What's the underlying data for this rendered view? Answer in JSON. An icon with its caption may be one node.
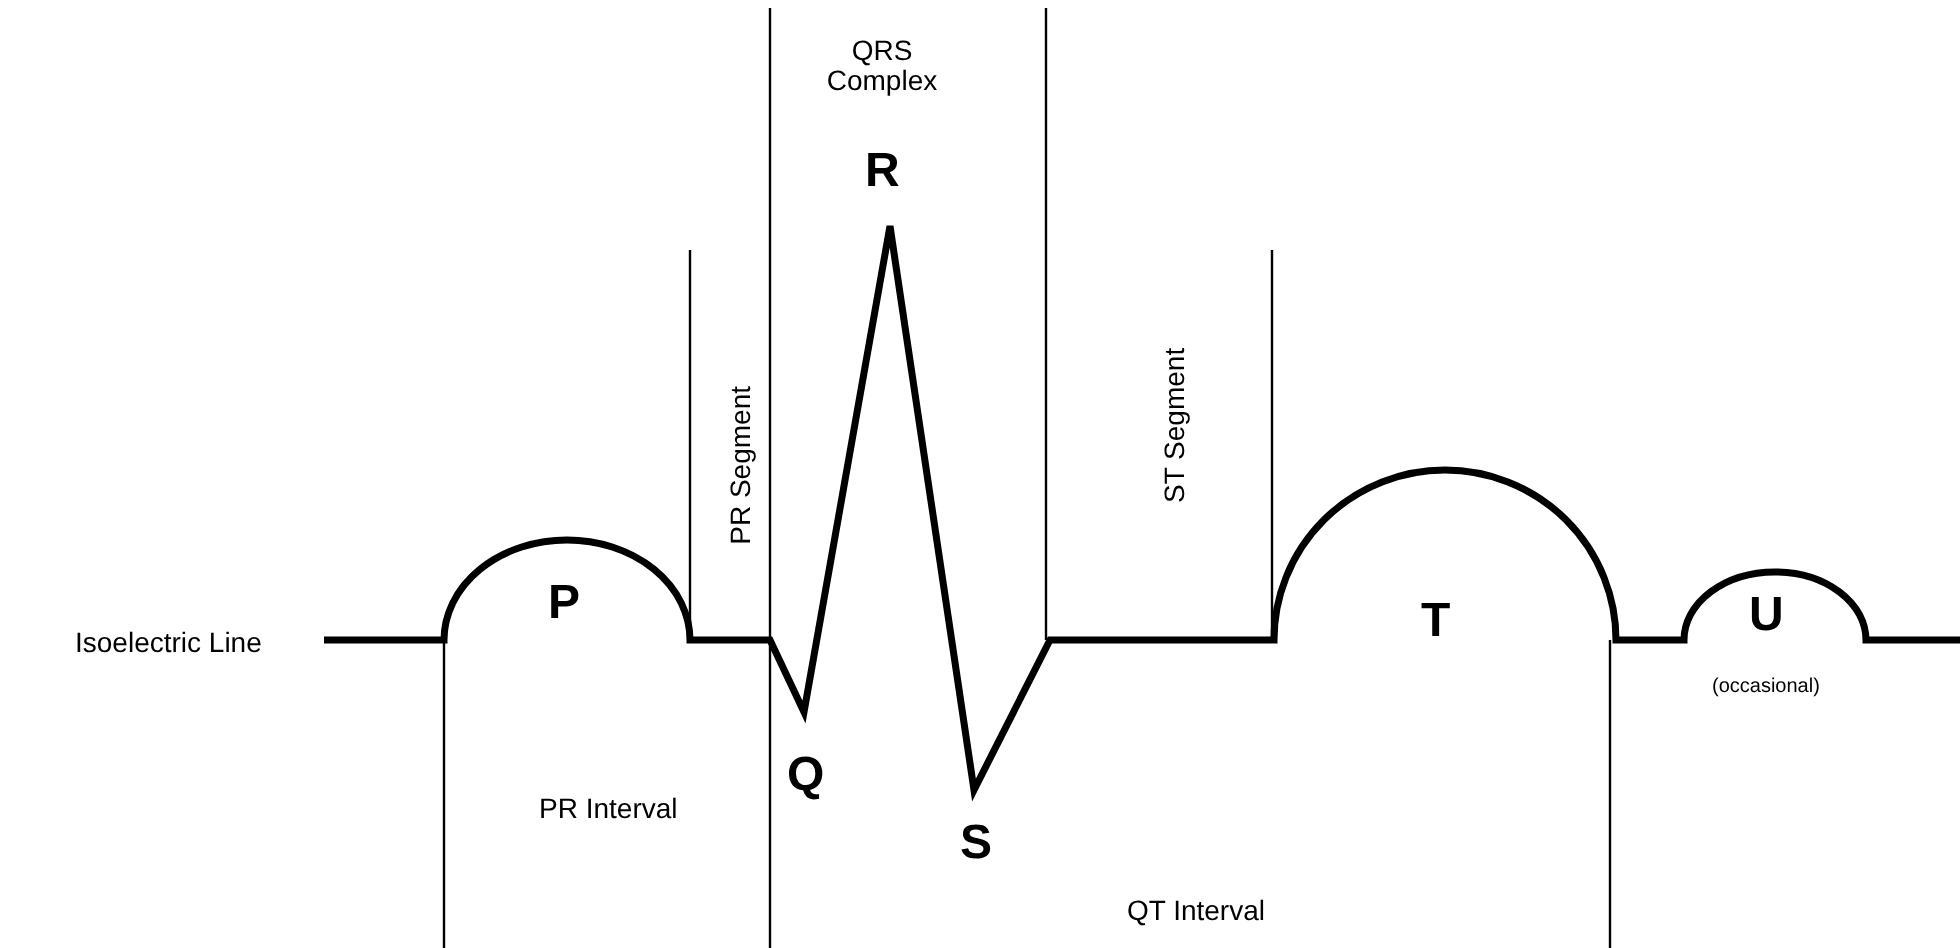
{
  "diagram": {
    "labels": [
      "QRS Complex",
      "R",
      "PR Segment",
      "ST Segment",
      "Isoelectric Line",
      "P",
      "T",
      "U",
      "Q",
      "(occasional)",
      "S",
      "PR Interval",
      "QT Interval"
    ]
  }
}
